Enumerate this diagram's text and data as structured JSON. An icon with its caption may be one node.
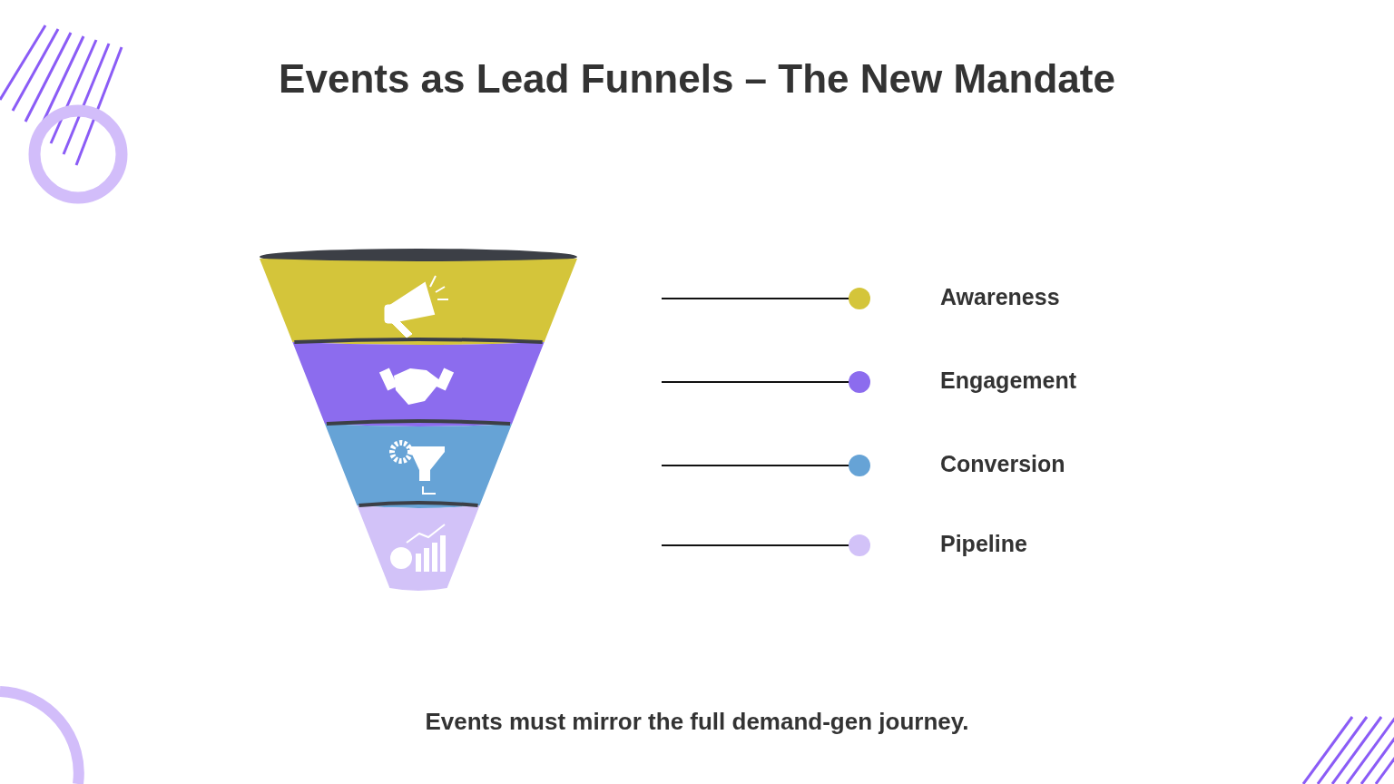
{
  "diagram": {
    "title": "Events as Lead Funnels – The New Mandate",
    "caption": "Events must mirror the full demand-gen journey.",
    "labels": [
      "Awareness",
      "Engagement",
      "Conversion",
      "Pipeline"
    ]
  }
}
